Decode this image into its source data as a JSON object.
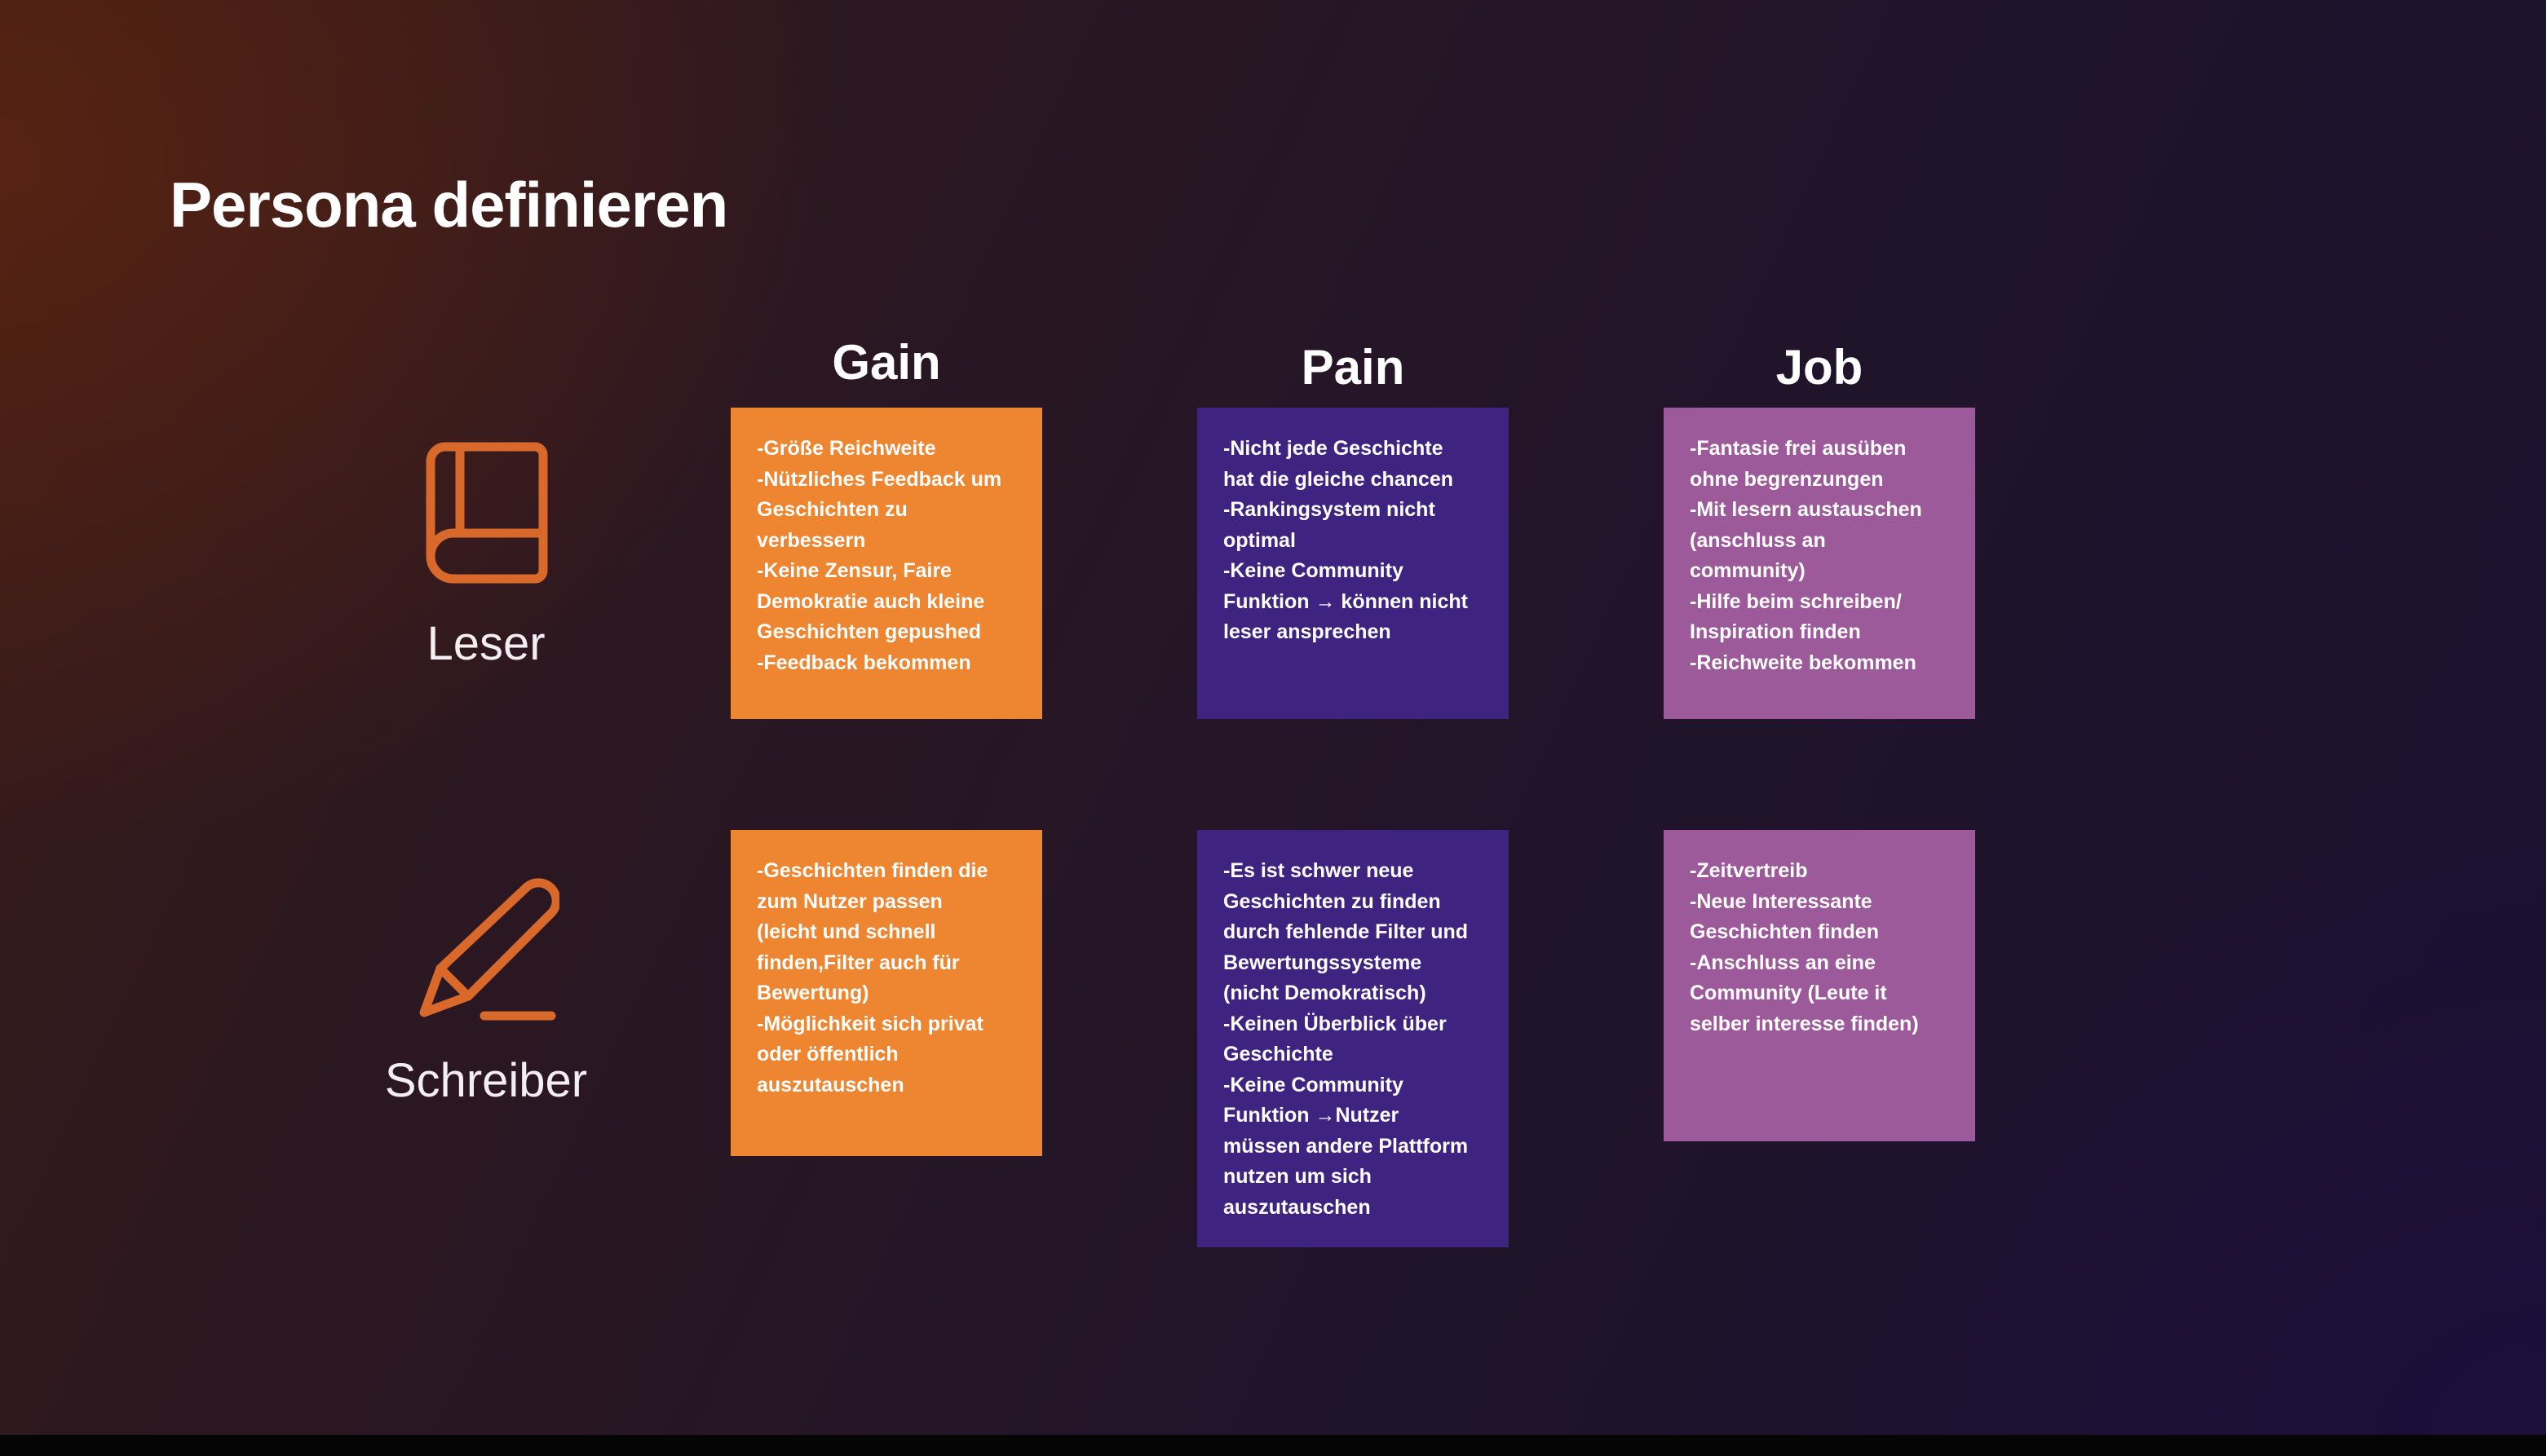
{
  "title": "Persona definieren",
  "columns": {
    "gain": "Gain",
    "pain": "Pain",
    "job": "Job"
  },
  "personas": {
    "leser": {
      "label": "Leser",
      "icon": "book-icon"
    },
    "schreiber": {
      "label": "Schreiber",
      "icon": "pencil-icon"
    }
  },
  "cards": {
    "leser_gain": [
      "-Größe Reichweite",
      "-Nützliches Feedback um",
      "Geschichten zu",
      "verbessern",
      "-Keine Zensur, Faire",
      "Demokratie auch kleine",
      "Geschichten gepushed",
      "-Feedback bekommen"
    ],
    "leser_pain": [
      "-Nicht jede Geschichte",
      "hat die gleiche chancen",
      "-Rankingsystem nicht",
      "optimal",
      "-Keine Community",
      "Funktion → können nicht",
      "leser ansprechen"
    ],
    "leser_job": [
      "-Fantasie frei ausüben",
      "ohne begrenzungen",
      "-Mit lesern austauschen",
      "(anschluss an",
      "community)",
      "-Hilfe beim schreiben/",
      "Inspiration finden",
      "-Reichweite bekommen"
    ],
    "schreiber_gain": [
      "-Geschichten finden die",
      "zum Nutzer passen",
      "(leicht und schnell",
      "finden,Filter auch für",
      "Bewertung)",
      "-Möglichkeit sich privat",
      "oder öffentlich",
      "auszutauschen"
    ],
    "schreiber_pain": [
      "-Es ist schwer neue",
      "Geschichten zu finden",
      "durch fehlende Filter und",
      "Bewertungssysteme",
      "(nicht Demokratisch)",
      "-Keinen Überblick über",
      "Geschichte",
      "-Keine Community",
      "Funktion →Nutzer",
      "müssen andere Plattform",
      "nutzen um sich",
      "auszutauschen"
    ],
    "schreiber_job": [
      "-Zeitvertreib",
      "-Neue Interessante",
      "Geschichten finden",
      "-Anschluss an eine",
      "Community (Leute  it",
      "selber interesse finden)"
    ]
  },
  "colors": {
    "gain": "#ee8530",
    "pain": "#3f2381",
    "job": "#9c5a9a",
    "icon": "#d8692a"
  }
}
